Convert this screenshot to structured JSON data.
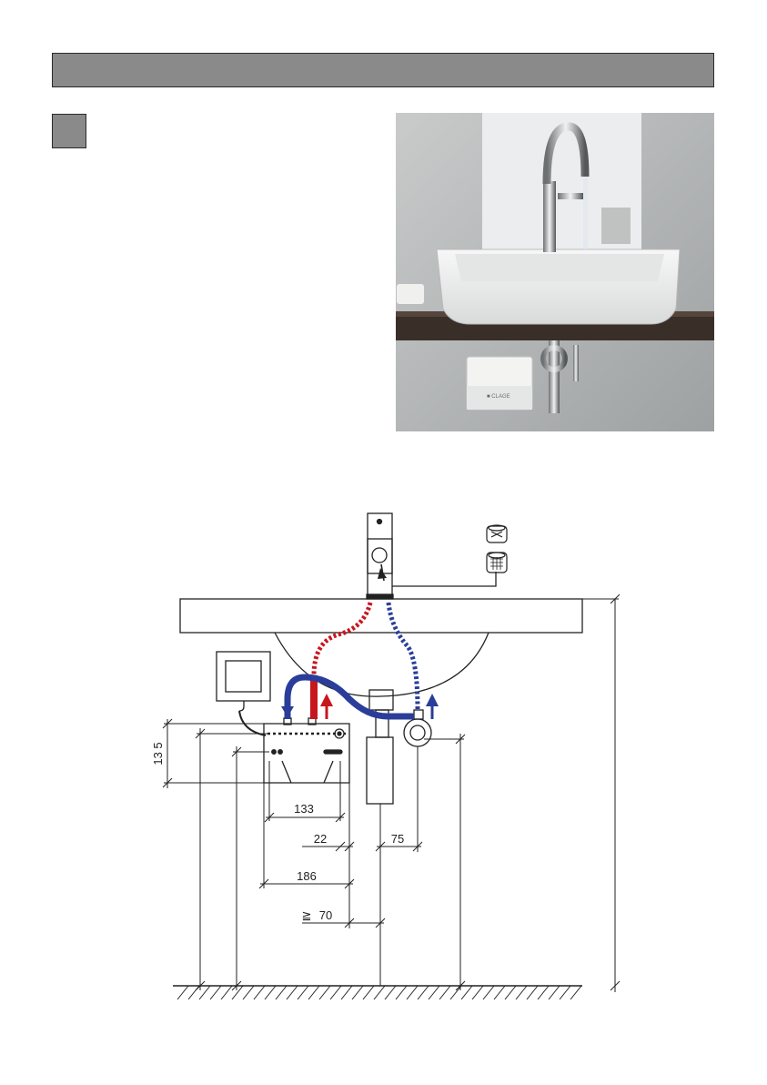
{
  "dimensions": {
    "height_device": "13 5",
    "width_device": "133",
    "offset_outlet": "22",
    "outlet_to_trap": "75",
    "total_width": "186",
    "min_clearance_symbol": "≧",
    "min_clearance": "70"
  },
  "colors": {
    "header_bar": "#8a8a8a",
    "hot_water": "#c8161d",
    "cold_water": "#2b3d9a",
    "line": "#222222"
  },
  "icons": [
    "aerator-icon",
    "aerator-mesh-icon",
    "flow-arrow-down-icon",
    "flow-arrow-up-icon"
  ]
}
